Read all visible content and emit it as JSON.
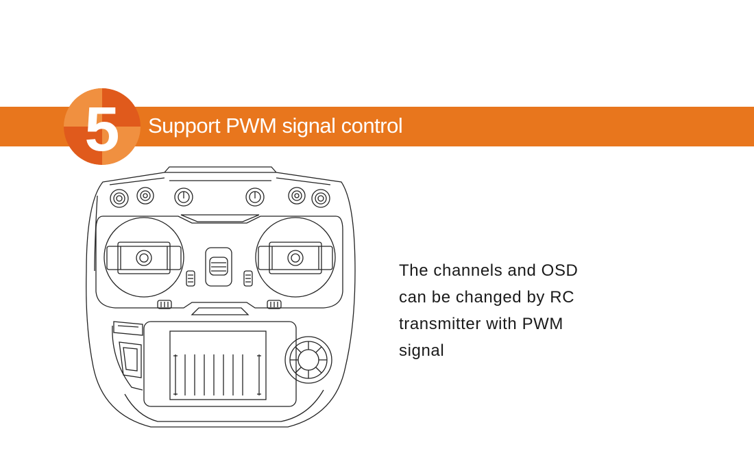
{
  "header": {
    "step_number": "5",
    "title": "Support PWM signal control",
    "colors": {
      "banner": "#e8761d",
      "badge_dark": "#e05a1c",
      "badge_light": "#f08a3a"
    }
  },
  "description": {
    "lines": [
      "The channels and OSD",
      "can be changed by RC",
      "transmitter with PWM",
      "signal"
    ]
  },
  "illustration": {
    "subject": "rc-transmitter-line-drawing"
  }
}
